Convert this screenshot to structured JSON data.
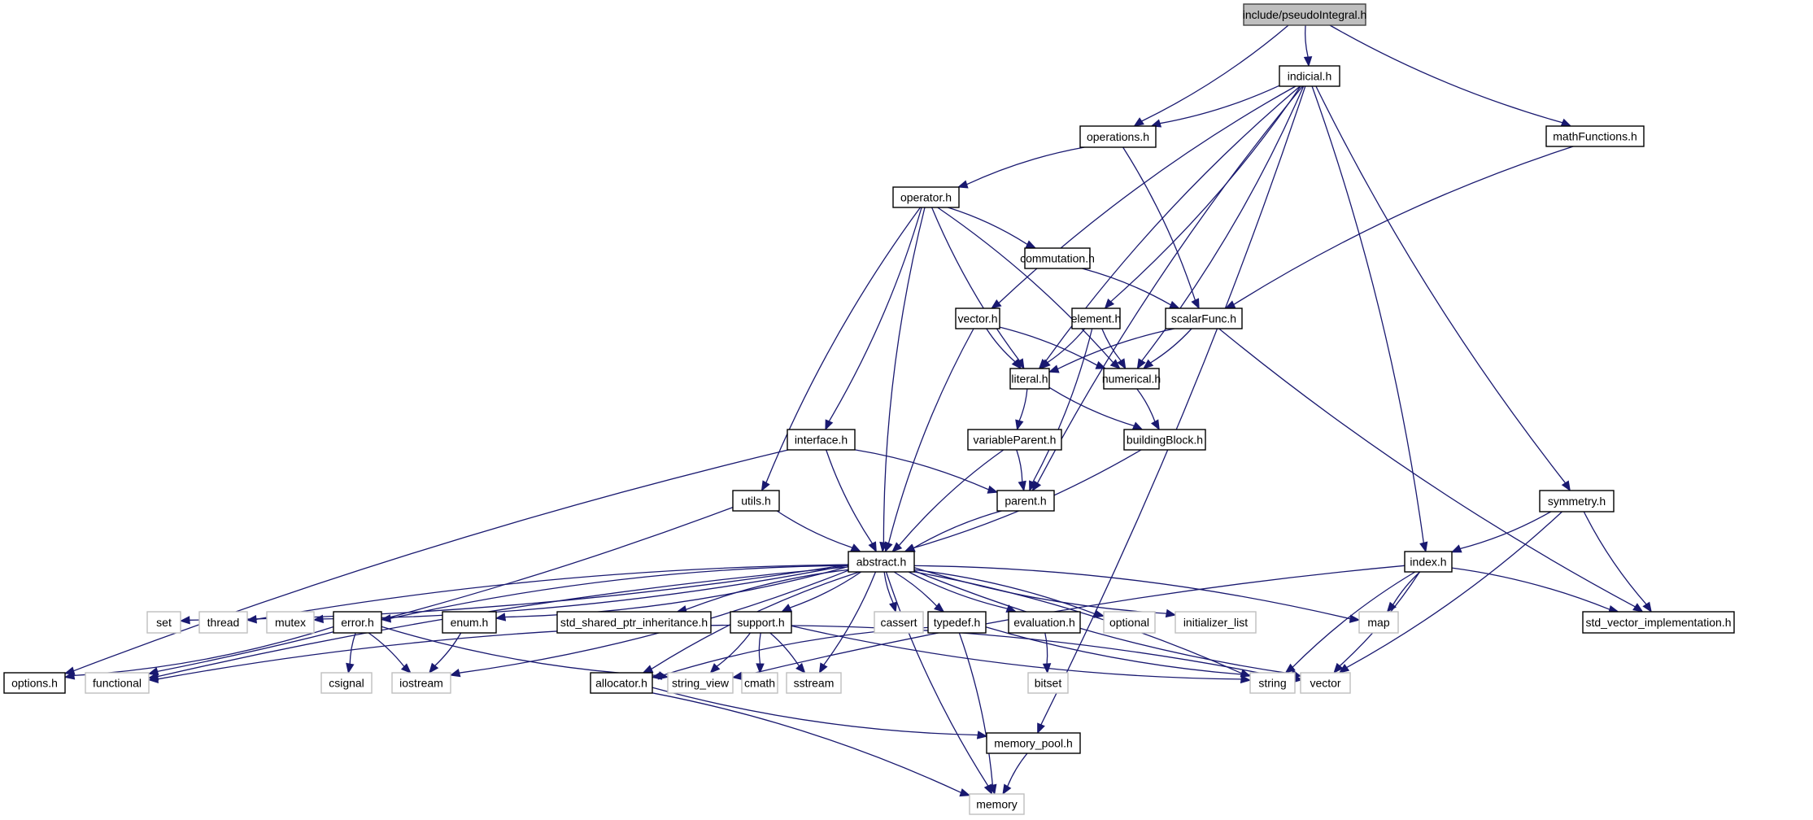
{
  "graph": {
    "title": "include/pseudoIntegral.h",
    "colors": {
      "edge": "#191970",
      "root_fill": "#bfbfbf",
      "root_border": "#404040",
      "project_fill": "#ffffff",
      "project_border": "#000000",
      "system_fill": "#ffffff",
      "system_border": "#bfbfbf",
      "system_text": "#000000"
    },
    "nodes": [
      {
        "id": "pseudoIntegral",
        "label": "include/pseudoIntegral.h",
        "kind": "root"
      },
      {
        "id": "indicial",
        "label": "indicial.h",
        "kind": "project"
      },
      {
        "id": "operations",
        "label": "operations.h",
        "kind": "project"
      },
      {
        "id": "mathFunctions",
        "label": "mathFunctions.h",
        "kind": "project"
      },
      {
        "id": "operator",
        "label": "operator.h",
        "kind": "project"
      },
      {
        "id": "commutation",
        "label": "commutation.h",
        "kind": "project"
      },
      {
        "id": "vector_h",
        "label": "vector.h",
        "kind": "project"
      },
      {
        "id": "element",
        "label": "element.h",
        "kind": "project"
      },
      {
        "id": "scalarFunc",
        "label": "scalarFunc.h",
        "kind": "project"
      },
      {
        "id": "literal",
        "label": "literal.h",
        "kind": "project"
      },
      {
        "id": "numerical",
        "label": "numerical.h",
        "kind": "project"
      },
      {
        "id": "interface",
        "label": "interface.h",
        "kind": "project"
      },
      {
        "id": "variableParent",
        "label": "variableParent.h",
        "kind": "project"
      },
      {
        "id": "buildingBlock",
        "label": "buildingBlock.h",
        "kind": "project"
      },
      {
        "id": "utils",
        "label": "utils.h",
        "kind": "project"
      },
      {
        "id": "parent",
        "label": "parent.h",
        "kind": "project"
      },
      {
        "id": "symmetry",
        "label": "symmetry.h",
        "kind": "project"
      },
      {
        "id": "abstract",
        "label": "abstract.h",
        "kind": "project"
      },
      {
        "id": "index",
        "label": "index.h",
        "kind": "project"
      },
      {
        "id": "set",
        "label": "set",
        "kind": "system"
      },
      {
        "id": "thread",
        "label": "thread",
        "kind": "system"
      },
      {
        "id": "mutex",
        "label": "mutex",
        "kind": "system"
      },
      {
        "id": "error",
        "label": "error.h",
        "kind": "project"
      },
      {
        "id": "enum",
        "label": "enum.h",
        "kind": "project"
      },
      {
        "id": "shared_ptr",
        "label": "std_shared_ptr_inheritance.h",
        "kind": "project"
      },
      {
        "id": "support",
        "label": "support.h",
        "kind": "project"
      },
      {
        "id": "cassert",
        "label": "cassert",
        "kind": "system"
      },
      {
        "id": "typedef",
        "label": "typedef.h",
        "kind": "project"
      },
      {
        "id": "evaluation",
        "label": "evaluation.h",
        "kind": "project"
      },
      {
        "id": "optional",
        "label": "optional",
        "kind": "system"
      },
      {
        "id": "initializer_list",
        "label": "initializer_list",
        "kind": "system"
      },
      {
        "id": "map",
        "label": "map",
        "kind": "system"
      },
      {
        "id": "std_vector_impl",
        "label": "std_vector_implementation.h",
        "kind": "project"
      },
      {
        "id": "options",
        "label": "options.h",
        "kind": "project"
      },
      {
        "id": "functional",
        "label": "functional",
        "kind": "system"
      },
      {
        "id": "csignal",
        "label": "csignal",
        "kind": "system"
      },
      {
        "id": "iostream",
        "label": "iostream",
        "kind": "system"
      },
      {
        "id": "allocator",
        "label": "allocator.h",
        "kind": "project"
      },
      {
        "id": "string_view",
        "label": "string_view",
        "kind": "system"
      },
      {
        "id": "cmath",
        "label": "cmath",
        "kind": "system"
      },
      {
        "id": "sstream",
        "label": "sstream",
        "kind": "system"
      },
      {
        "id": "bitset",
        "label": "bitset",
        "kind": "system"
      },
      {
        "id": "string",
        "label": "string",
        "kind": "system"
      },
      {
        "id": "vector",
        "label": "vector",
        "kind": "system"
      },
      {
        "id": "memory_pool",
        "label": "memory_pool.h",
        "kind": "project"
      },
      {
        "id": "memory",
        "label": "memory",
        "kind": "system"
      }
    ],
    "edges": [
      [
        "pseudoIntegral",
        "indicial"
      ],
      [
        "pseudoIntegral",
        "operations"
      ],
      [
        "pseudoIntegral",
        "mathFunctions"
      ],
      [
        "indicial",
        "operations"
      ],
      [
        "indicial",
        "vector_h"
      ],
      [
        "indicial",
        "element"
      ],
      [
        "indicial",
        "literal"
      ],
      [
        "indicial",
        "numerical"
      ],
      [
        "indicial",
        "parent"
      ],
      [
        "indicial",
        "index"
      ],
      [
        "indicial",
        "symmetry"
      ],
      [
        "indicial",
        "memory_pool"
      ],
      [
        "operations",
        "operator"
      ],
      [
        "operations",
        "scalarFunc"
      ],
      [
        "mathFunctions",
        "scalarFunc"
      ],
      [
        "operator",
        "commutation"
      ],
      [
        "operator",
        "literal"
      ],
      [
        "operator",
        "numerical"
      ],
      [
        "operator",
        "abstract"
      ],
      [
        "operator",
        "interface"
      ],
      [
        "operator",
        "utils"
      ],
      [
        "commutation",
        "scalarFunc"
      ],
      [
        "vector_h",
        "literal"
      ],
      [
        "vector_h",
        "numerical"
      ],
      [
        "vector_h",
        "abstract"
      ],
      [
        "element",
        "literal"
      ],
      [
        "element",
        "numerical"
      ],
      [
        "element",
        "parent"
      ],
      [
        "scalarFunc",
        "literal"
      ],
      [
        "scalarFunc",
        "numerical"
      ],
      [
        "scalarFunc",
        "std_vector_impl"
      ],
      [
        "literal",
        "variableParent"
      ],
      [
        "literal",
        "buildingBlock"
      ],
      [
        "numerical",
        "buildingBlock"
      ],
      [
        "interface",
        "abstract"
      ],
      [
        "interface",
        "parent"
      ],
      [
        "interface",
        "options"
      ],
      [
        "variableParent",
        "parent"
      ],
      [
        "variableParent",
        "abstract"
      ],
      [
        "buildingBlock",
        "abstract"
      ],
      [
        "utils",
        "abstract"
      ],
      [
        "utils",
        "functional"
      ],
      [
        "parent",
        "abstract"
      ],
      [
        "symmetry",
        "index"
      ],
      [
        "symmetry",
        "std_vector_impl"
      ],
      [
        "symmetry",
        "vector"
      ],
      [
        "index",
        "map"
      ],
      [
        "index",
        "std_vector_impl"
      ],
      [
        "index",
        "string"
      ],
      [
        "index",
        "vector"
      ],
      [
        "index",
        "string_view"
      ],
      [
        "abstract",
        "set"
      ],
      [
        "abstract",
        "thread"
      ],
      [
        "abstract",
        "mutex"
      ],
      [
        "abstract",
        "error"
      ],
      [
        "abstract",
        "enum"
      ],
      [
        "abstract",
        "functional"
      ],
      [
        "abstract",
        "iostream"
      ],
      [
        "abstract",
        "shared_ptr"
      ],
      [
        "abstract",
        "support"
      ],
      [
        "abstract",
        "allocator"
      ],
      [
        "abstract",
        "sstream"
      ],
      [
        "abstract",
        "cassert"
      ],
      [
        "abstract",
        "typedef"
      ],
      [
        "abstract",
        "evaluation"
      ],
      [
        "abstract",
        "optional"
      ],
      [
        "abstract",
        "initializer_list"
      ],
      [
        "abstract",
        "string"
      ],
      [
        "abstract",
        "vector"
      ],
      [
        "abstract",
        "map"
      ],
      [
        "abstract",
        "memory"
      ],
      [
        "error",
        "options"
      ],
      [
        "error",
        "csignal"
      ],
      [
        "error",
        "iostream"
      ],
      [
        "error",
        "string_view"
      ],
      [
        "enum",
        "iostream"
      ],
      [
        "support",
        "functional"
      ],
      [
        "support",
        "string_view"
      ],
      [
        "support",
        "cmath"
      ],
      [
        "support",
        "sstream"
      ],
      [
        "support",
        "string"
      ],
      [
        "support",
        "vector"
      ],
      [
        "typedef",
        "allocator"
      ],
      [
        "typedef",
        "memory"
      ],
      [
        "typedef",
        "vector"
      ],
      [
        "evaluation",
        "bitset"
      ],
      [
        "allocator",
        "memory_pool"
      ],
      [
        "allocator",
        "memory"
      ],
      [
        "memory_pool",
        "memory"
      ]
    ]
  }
}
